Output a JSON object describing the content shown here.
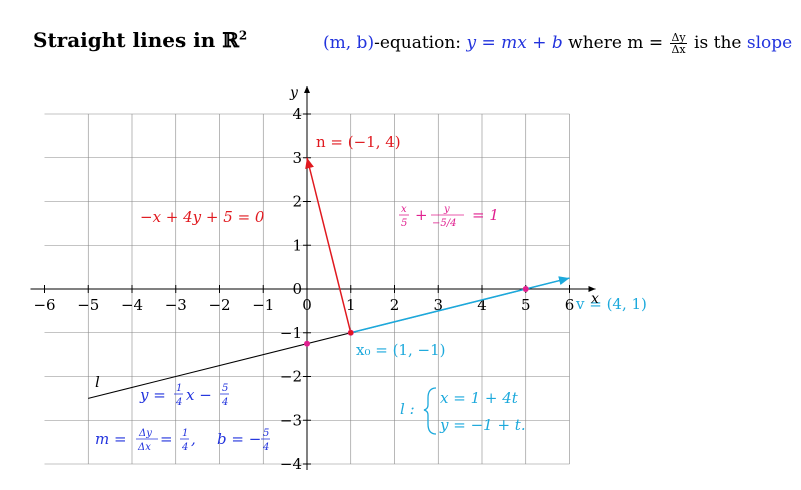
{
  "title": {
    "text": "Straight lines in ℝ",
    "sup": "2"
  },
  "header_eq": {
    "mb": "(m, b)",
    "mid": "-equation: ",
    "eq": "y = mx + b",
    "where": " where m = ",
    "frac_num": "Δy",
    "frac_den": "Δx",
    "is": " is the ",
    "slope": "slope"
  },
  "colors": {
    "red": "#e0191f",
    "cyan": "#1ca9dc",
    "magenta": "#e0208f",
    "blue": "#2233dd",
    "black": "#000000"
  },
  "axes": {
    "x_label": "x",
    "y_label": "y",
    "x_ticks": [
      "−6",
      "−5",
      "−4",
      "−3",
      "−2",
      "−1",
      "0",
      "1",
      "2",
      "3",
      "4",
      "5",
      "6"
    ],
    "y_ticks": [
      "−4",
      "−3",
      "−2",
      "−1",
      "0",
      "1",
      "2",
      "3",
      "4"
    ],
    "xlim": [
      -6,
      6
    ],
    "ylim": [
      -4,
      4
    ]
  },
  "vectors": {
    "n": {
      "label": "n = (−1, 4)",
      "from": [
        1,
        -1
      ],
      "to": [
        0,
        3
      ]
    },
    "v": {
      "label": "v = (4, 1)",
      "from": [
        1,
        -1
      ],
      "to": [
        6,
        0.25
      ]
    },
    "x0": {
      "label": "x₀ = (1, −1)",
      "point": [
        1,
        -1
      ]
    }
  },
  "points": [
    [
      0,
      -1.25
    ],
    [
      1,
      -1
    ],
    [
      5,
      0
    ]
  ],
  "line_l": {
    "label": "l",
    "from": [
      -5,
      -2.5
    ],
    "to": [
      6,
      0.25
    ]
  },
  "labels": {
    "normal_eq": "−x + 4y + 5 = 0",
    "intercept_eq": {
      "a_num": "x",
      "a_den": "5",
      "plus": "+",
      "b_num": "y",
      "b_den": "−5/4",
      "rhs": "= 1"
    },
    "slope_form": {
      "lhs": "y = ",
      "f1_num": "1",
      "f1_den": "4",
      "mid": "x − ",
      "f2_num": "5",
      "f2_den": "4"
    },
    "mb_values": {
      "m": "m = ",
      "dy": "Δy",
      "dx": "Δx",
      "eq": " = ",
      "one": "1",
      "four": "4",
      "comma": ",",
      "b": "b = −",
      "five": "5",
      "four2": "4"
    },
    "param": {
      "l": "l :",
      "row1": "x = 1 + 4t",
      "row2": "y = −1 + t."
    }
  }
}
